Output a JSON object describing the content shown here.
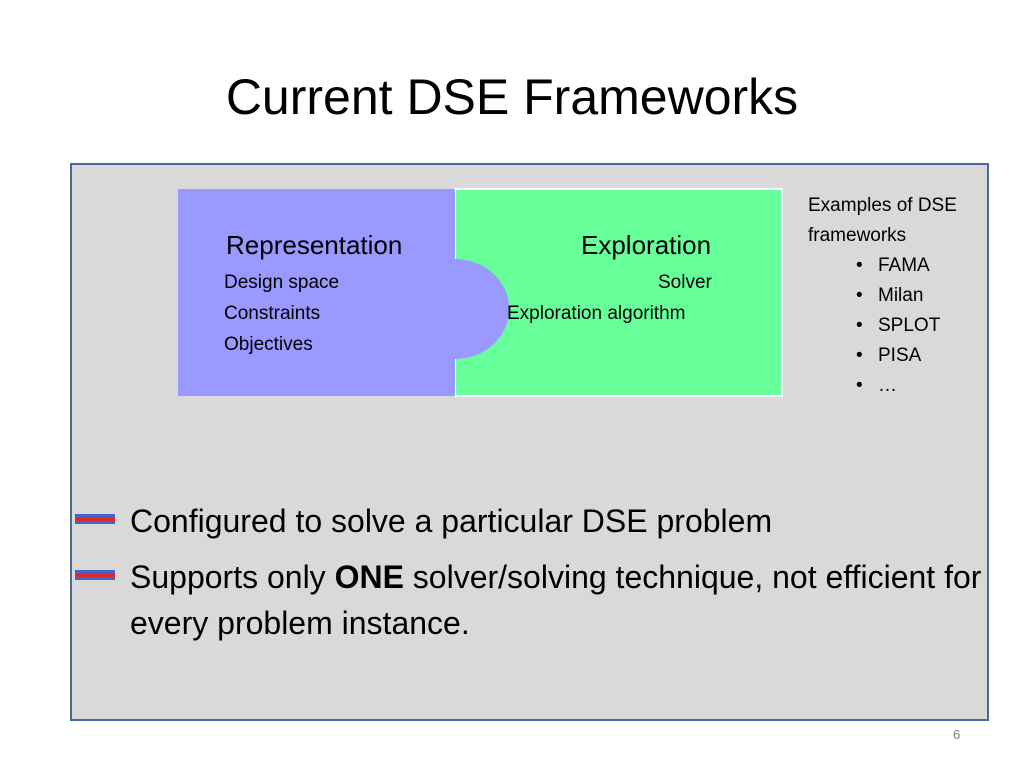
{
  "slide": {
    "title": "Current  DSE Frameworks",
    "page_number": "6"
  },
  "diagram": {
    "representation": {
      "heading": "Representation",
      "items": [
        "Design space",
        "Constraints",
        "Objectives"
      ],
      "color": "#9999ff"
    },
    "exploration": {
      "heading": "Exploration",
      "items": [
        "Solver",
        "Exploration algorithm"
      ],
      "color": "#66ff99"
    }
  },
  "examples": {
    "heading_line1": "Examples of DSE",
    "heading_line2": "frameworks",
    "items": [
      "FAMA",
      "Milan",
      "SPLOT",
      "PISA",
      "…"
    ]
  },
  "bullets": [
    {
      "text": "Configured to solve a particular DSE problem"
    },
    {
      "prefix": "Supports only ",
      "emphasis": "ONE",
      "suffix": " solver/solving technique, not efficient for every problem instance."
    }
  ],
  "colors": {
    "content_background": "#d9d9d9",
    "content_border": "#4a6a99",
    "bullet_marker_red": "#e02828",
    "bullet_marker_blue": "#4466cc"
  }
}
